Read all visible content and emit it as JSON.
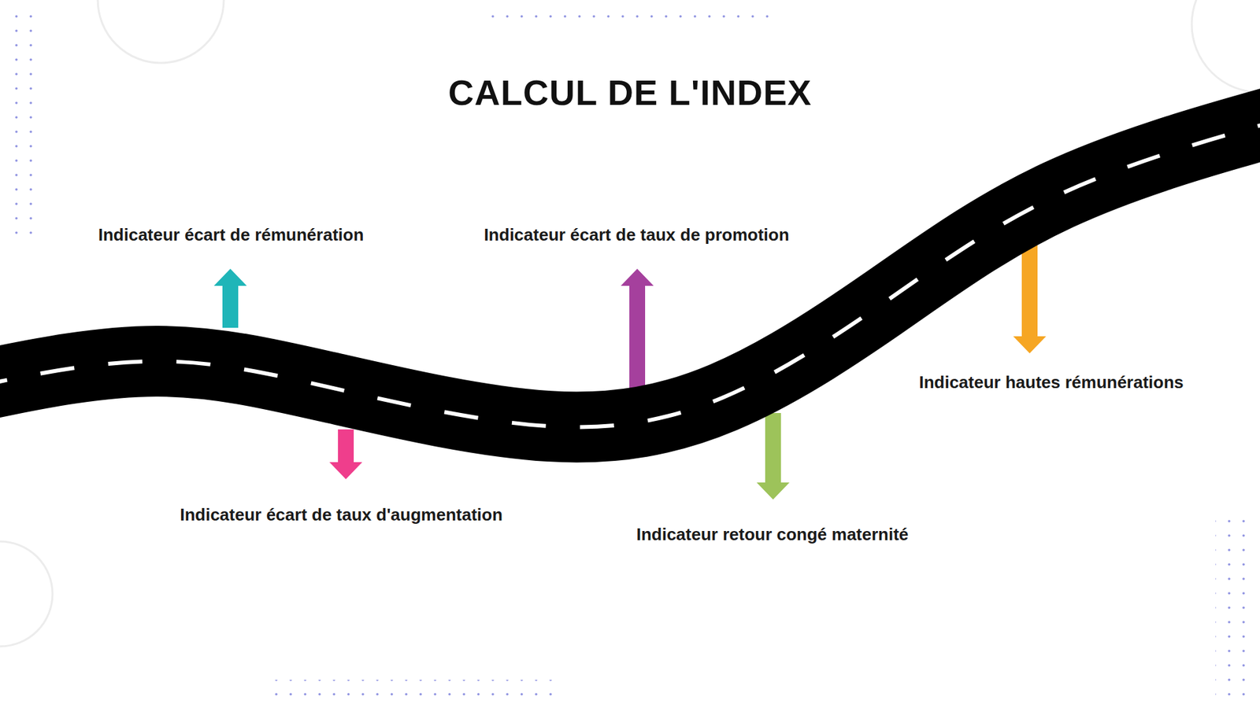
{
  "diagram": {
    "title": "CALCUL DE L'INDEX",
    "labels": [
      "Indicateur écart de rémunération",
      "Indicateur écart de taux de promotion",
      "Indicateur hautes rémunérations",
      "Indicateur écart de taux d'augmentation",
      "Indicateur retour congé maternité"
    ]
  }
}
